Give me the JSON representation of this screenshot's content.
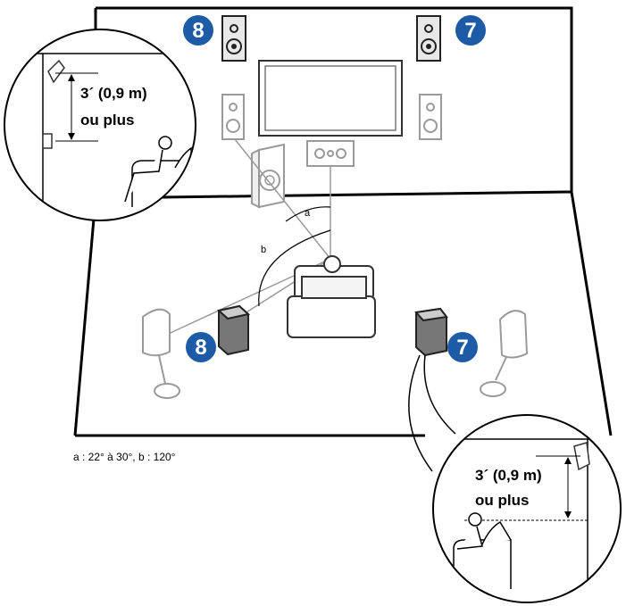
{
  "badges": {
    "top_left": "8",
    "top_right": "7",
    "floor_left": "8",
    "floor_right": "7",
    "color": "#1d5ba6"
  },
  "angles": {
    "a_label": "a",
    "b_label": "b"
  },
  "callout_left": {
    "line1": "3´ (0,9 m)",
    "line2": "ou plus"
  },
  "callout_right": {
    "line1": "3´ (0,9 m)",
    "line2": "ou plus"
  },
  "caption": "a : 22° à 30°, b : 120°",
  "colors": {
    "line": "#000000",
    "light_speaker": "#9a9a9a",
    "dark_speaker": "#444444",
    "speaker_fill": "#d0d0d0"
  }
}
